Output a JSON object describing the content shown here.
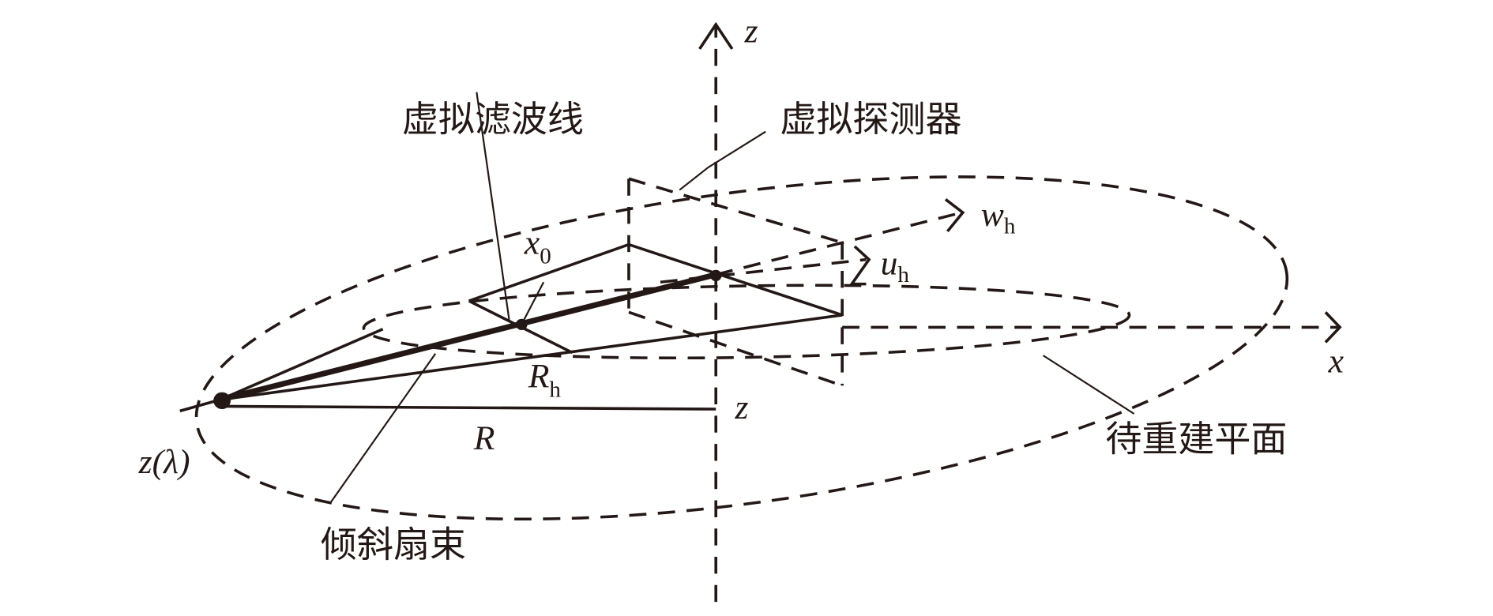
{
  "labels": {
    "virtual_filter_line": "虚拟滤波线",
    "virtual_detector": "虚拟探测器",
    "plane_to_reconstruct": "待重建平面",
    "tilted_fan_beam": "倾斜扇束",
    "z_axis": "z",
    "x_axis": "x",
    "w_h": "w",
    "w_h_sub": "h",
    "u_h": "u",
    "u_h_sub": "h",
    "x0": "x",
    "x0_sub": "0",
    "R_h": "R",
    "R_h_sub": "h",
    "R": "R",
    "z_point": "z",
    "source": "z(λ)"
  },
  "colors": {
    "ink": "#231815",
    "background": "#ffffff"
  }
}
